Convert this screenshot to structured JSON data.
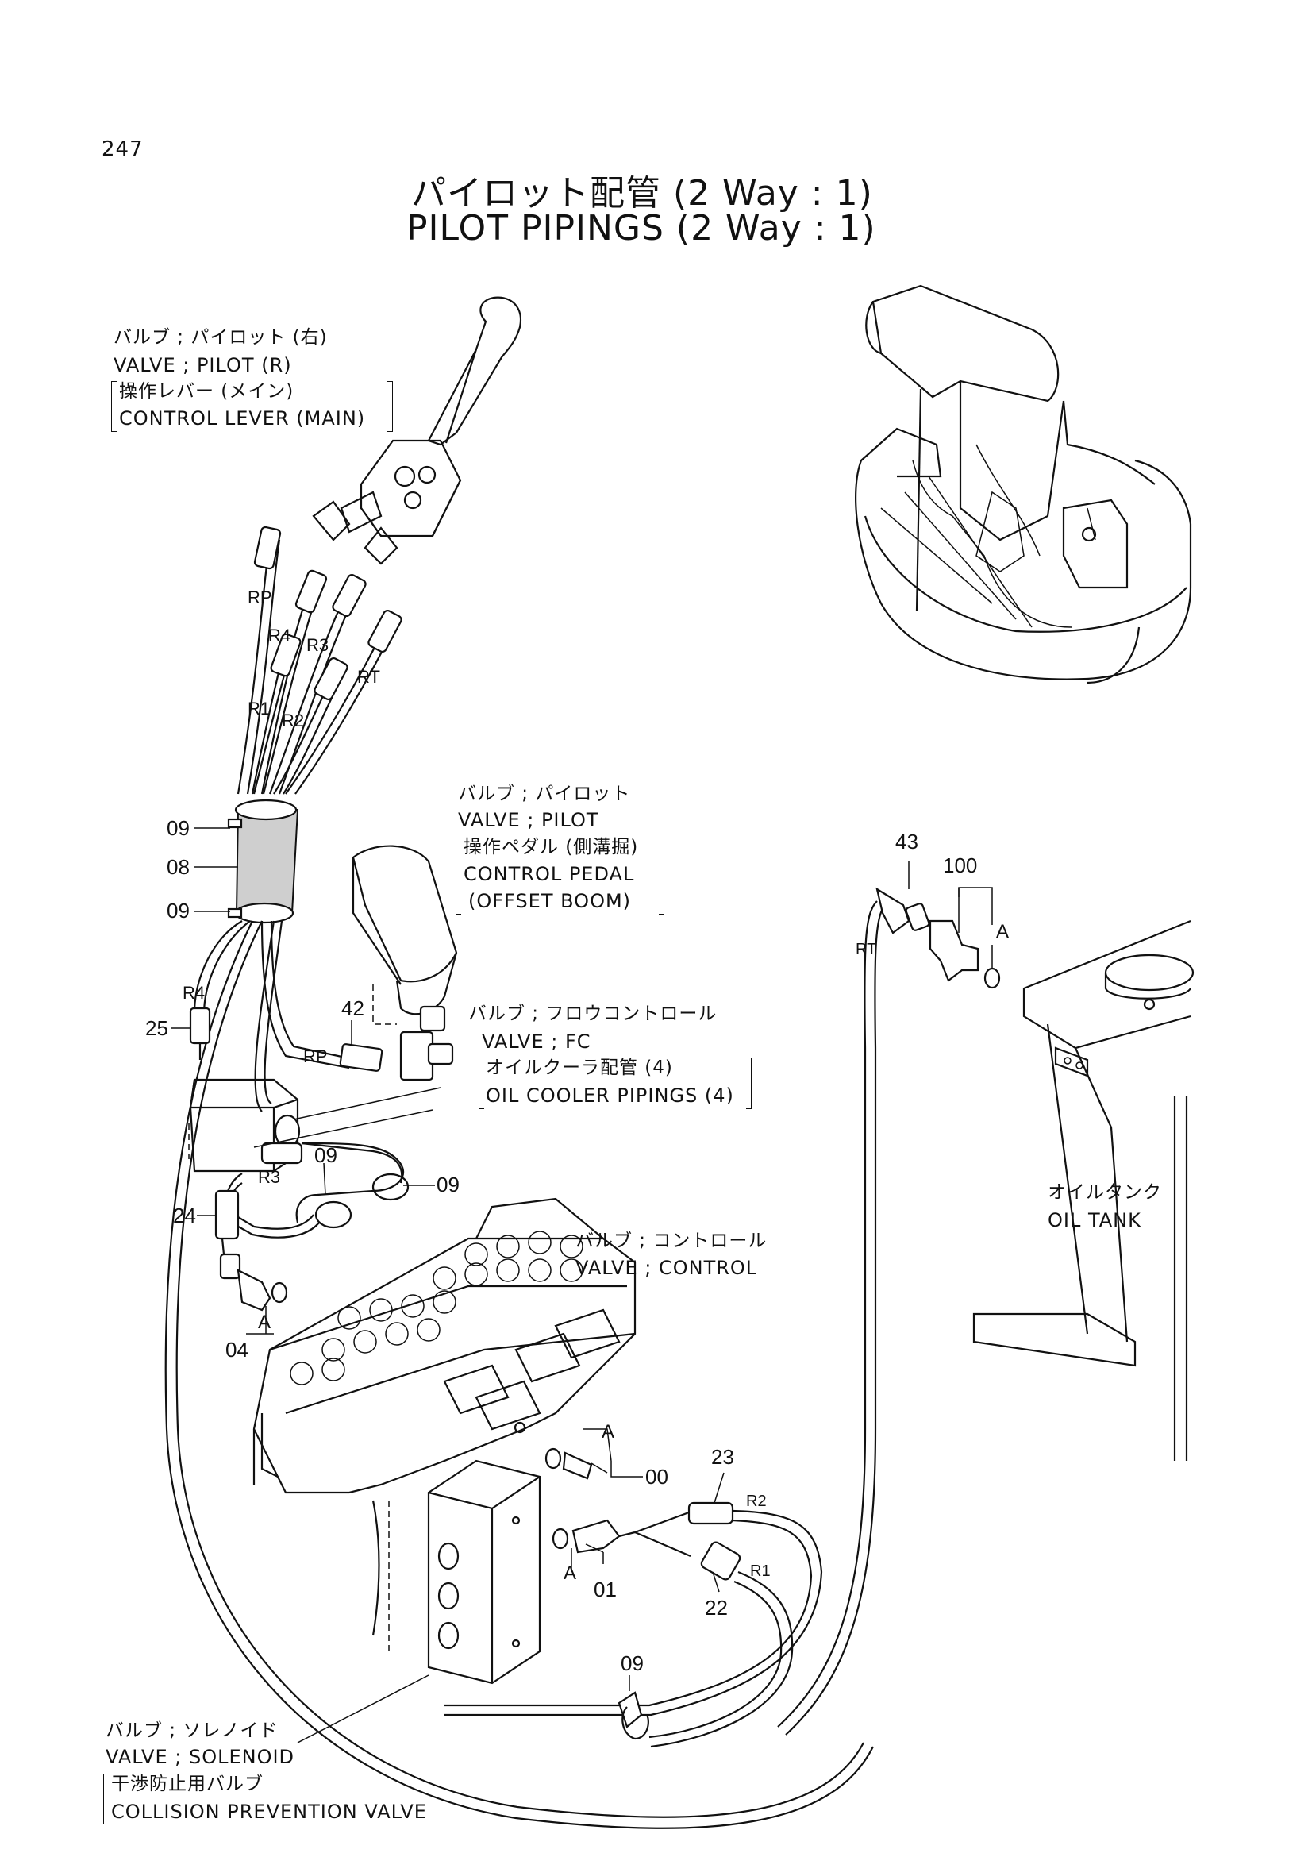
{
  "page_number": "247",
  "title_jp": "パイロット配管 (2 Way : 1)",
  "title_en": "PILOT PIPINGS (2 Way : 1)",
  "callouts": {
    "pilot_r": {
      "jp": "バルブ ; パイロット (右)",
      "en": "VALVE ; PILOT (R)",
      "sub_jp": "操作レバー (メイン)",
      "sub_en": "CONTROL LEVER (MAIN)"
    },
    "pilot": {
      "jp": "バルブ ; パイロット",
      "en": "VALVE ; PILOT",
      "sub_jp": "操作ペダル (側溝掘)",
      "sub_en1": "CONTROL PEDAL",
      "sub_en2": "(OFFSET BOOM)"
    },
    "fc": {
      "jp": "バルブ ; フロウコントロール",
      "en": "VALVE ; FC",
      "sub_jp": "オイルクーラ配管 (4)",
      "sub_en": "OIL COOLER PIPINGS (4)"
    },
    "tank": {
      "jp": "オイルタンク",
      "en": "OIL TANK"
    },
    "control": {
      "jp": "バルブ ; コントロール",
      "en": "VALVE ; CONTROL"
    },
    "solenoid": {
      "jp": "バルブ ; ソレノイド",
      "en": "VALVE ; SOLENOID",
      "sub_jp": "干渉防止用バルブ",
      "sub_en": "COLLISION PREVENTION VALVE"
    }
  },
  "port_labels": {
    "rp": "RP",
    "r4": "R4",
    "r3": "R3",
    "rt": "RT",
    "r1": "R1",
    "r2": "R2",
    "r4b": "R4",
    "rpb": "RP",
    "r3b": "R3",
    "rtb": "RT",
    "r2b": "R2",
    "r1b": "R1"
  },
  "part_numbers": {
    "p09a": "09",
    "p08": "08",
    "p09b": "09",
    "p25": "25",
    "p42": "42",
    "p09c": "09",
    "p09d": "09",
    "p24": "24",
    "p04": "04",
    "a1": "A",
    "p43": "43",
    "p100": "100",
    "a2": "A",
    "a3": "A",
    "p00": "00",
    "p23": "23",
    "a4": "A",
    "p01": "01",
    "p22": "22",
    "p09e": "09"
  }
}
